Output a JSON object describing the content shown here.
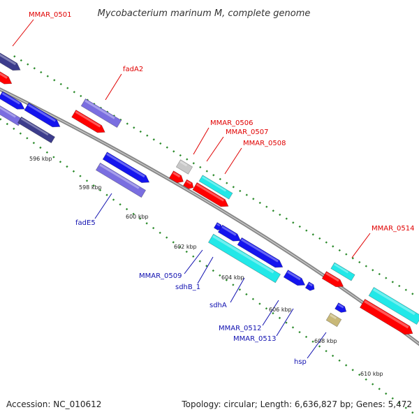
{
  "title": "Mycobacterium marinum M, complete genome",
  "accession_text": "Accession: NC_010612",
  "topology_text": "Topology: circular; Length: 6,636,827 bp; Genes: 5,472",
  "colors": {
    "backbone": "#909090",
    "tick_dot": "#2a8a2a",
    "red_label": "#e00000",
    "blue_label": "#1010b0",
    "gene_red": "#ff0000",
    "gene_blue": "#1414ee",
    "gene_purple": "#7a6ee0",
    "gene_cyan": "#22e8e8",
    "gene_gray": "#c8c8c8",
    "gene_navy": "#3c3c8c",
    "gene_tan": "#c8b878"
  },
  "scale_ticks": [
    {
      "label": "596 kbp"
    },
    {
      "label": "598 kbp"
    },
    {
      "label": "600 kbp"
    },
    {
      "label": "602 kbp"
    },
    {
      "label": "604 kbp"
    },
    {
      "label": "606 kbp"
    },
    {
      "label": "608 kbp"
    },
    {
      "label": "610 kbp"
    }
  ],
  "gene_labels": [
    {
      "text": "MMAR_0501",
      "color": "red"
    },
    {
      "text": "fadA2",
      "color": "red"
    },
    {
      "text": "MMAR_0506",
      "color": "red"
    },
    {
      "text": "MMAR_0507",
      "color": "red"
    },
    {
      "text": "MMAR_0508",
      "color": "red"
    },
    {
      "text": "MMAR_0514",
      "color": "red"
    },
    {
      "text": "fadE5",
      "color": "blue"
    },
    {
      "text": "MMAR_0509",
      "color": "blue"
    },
    {
      "text": "sdhB_1",
      "color": "blue"
    },
    {
      "text": "sdhA",
      "color": "blue"
    },
    {
      "text": "MMAR_0512",
      "color": "blue"
    },
    {
      "text": "MMAR_0513",
      "color": "blue"
    },
    {
      "text": "hsp",
      "color": "blue"
    }
  ]
}
